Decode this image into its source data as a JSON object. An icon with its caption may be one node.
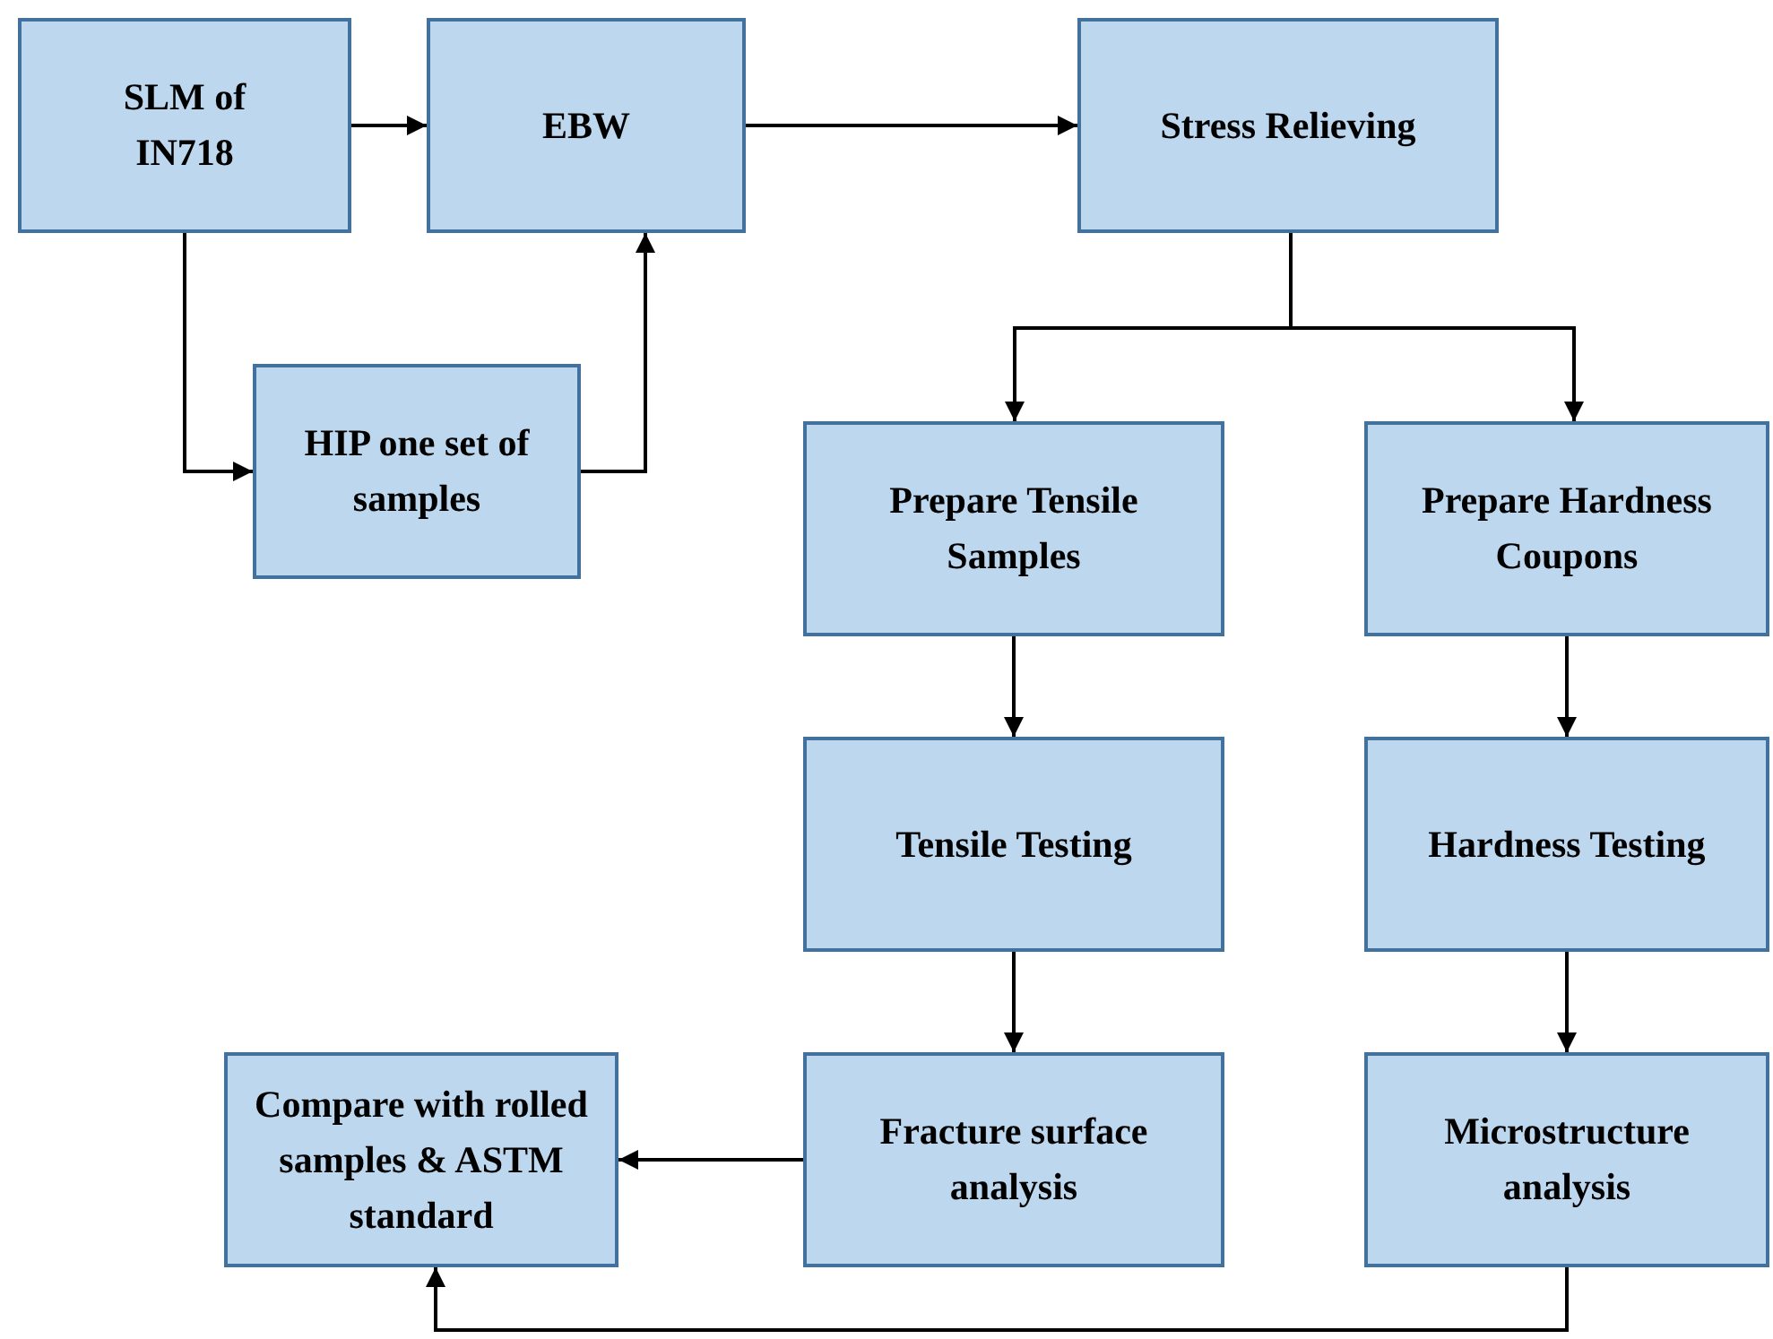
{
  "diagram": {
    "nodes": [
      {
        "text": [
          "SLM of IN718"
        ]
      },
      {
        "text": [
          "EBW"
        ]
      },
      {
        "text": [
          "Stress Relieving"
        ]
      },
      {
        "text": [
          "HIP one set of samples"
        ]
      },
      {
        "text": [
          "Prepare Tensile Samples"
        ]
      },
      {
        "text": [
          "Prepare Hardness Coupons"
        ]
      },
      {
        "text": [
          "Tensile Testing"
        ]
      },
      {
        "text": [
          "Hardness Testing"
        ]
      },
      {
        "text": [
          "Compare with rolled samples & ASTM standard"
        ]
      },
      {
        "text": [
          "Fracture surface analysis"
        ]
      },
      {
        "text": [
          "Microstructure analysis"
        ]
      }
    ],
    "edges": [
      {
        "from": 0,
        "to": 1,
        "arrow": "to"
      },
      {
        "from": 1,
        "to": 2,
        "arrow": "to"
      },
      {
        "from": 0,
        "to": 3,
        "arrow": "to"
      },
      {
        "from": 3,
        "to": 1,
        "arrow": "to"
      },
      {
        "from": 2,
        "to": 4,
        "arrow": "to"
      },
      {
        "from": 2,
        "to": 5,
        "arrow": "to"
      },
      {
        "from": 4,
        "to": 6,
        "arrow": "to"
      },
      {
        "from": 5,
        "to": 7,
        "arrow": "to"
      },
      {
        "from": 6,
        "to": 9,
        "arrow": "to"
      },
      {
        "from": 7,
        "to": 10,
        "arrow": "to"
      },
      {
        "from": 9,
        "to": 8,
        "arrow": "to"
      },
      {
        "from": 10,
        "to": 8,
        "arrow": "to"
      }
    ]
  }
}
